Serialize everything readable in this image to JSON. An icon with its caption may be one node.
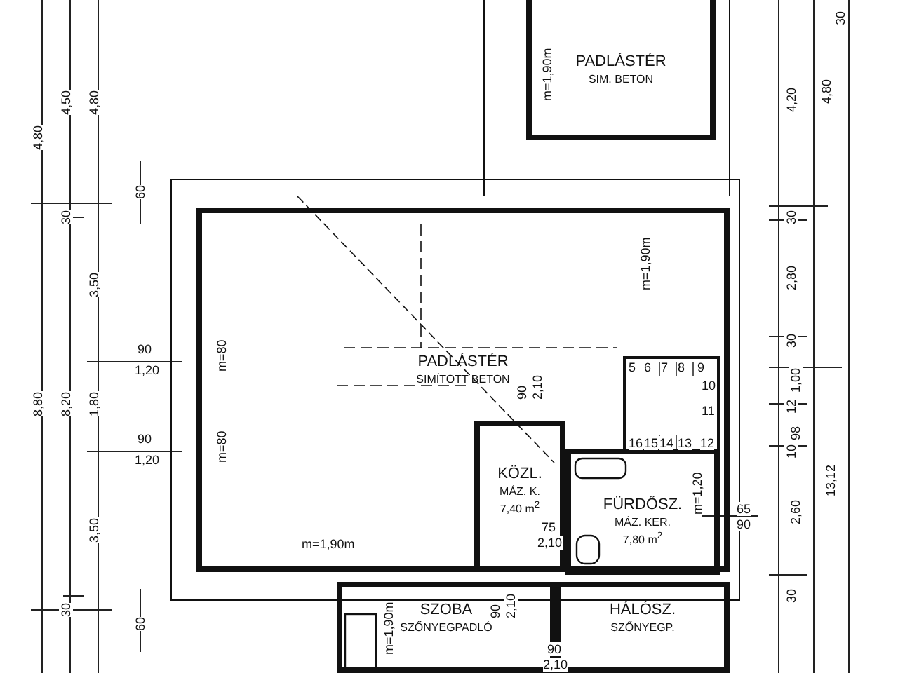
{
  "diagram": {
    "nodes": [
      {
        "text": [
          "PADLÁSTÉR",
          "SIM. BETON"
        ]
      },
      {
        "text": [
          "PADLÁSTÉR",
          "SIMÍTOTT BETON"
        ]
      },
      {
        "text": [
          "KÖZL.",
          "MÁZ. K.",
          "7,40 m$^{2}$"
        ],
        "in": 1
      },
      {
        "text": [
          "FÜRDŐSZ.",
          "MÁZ. KER.",
          "7,80 m$^{2}$"
        ],
        "in": 1
      },
      {
        "text": [
          "SZOBA",
          "SZŐNYEGPADLÓ"
        ]
      },
      {
        "text": [
          "HÁLÓSZ.",
          "SZŐNYEGP."
        ]
      }
    ],
    "labels": [
      "4,80",
      "4,50",
      "4,80",
      "30",
      "60",
      "30",
      "m=1,90m",
      "4,20",
      "4,80",
      "30",
      "m=1,90m",
      "3,50",
      "2,80",
      "90",
      "1,20",
      "m=80",
      "30",
      "5",
      "6",
      "7",
      "8",
      "9",
      "90",
      "2,10",
      "1,00",
      "8,80",
      "8,20",
      "1,80",
      "10",
      "11",
      "12",
      "98",
      "16",
      "15",
      "14",
      "13",
      "12",
      "10",
      "90",
      "1,20",
      "m=80",
      "m=1,20",
      "75",
      "2,10",
      "65",
      "90",
      "2,60",
      "13,12",
      "3,50",
      "m=1,90m",
      "30",
      "60",
      "90",
      "2,10",
      "30",
      "90",
      "2,10",
      "m=1,90m"
    ]
  }
}
